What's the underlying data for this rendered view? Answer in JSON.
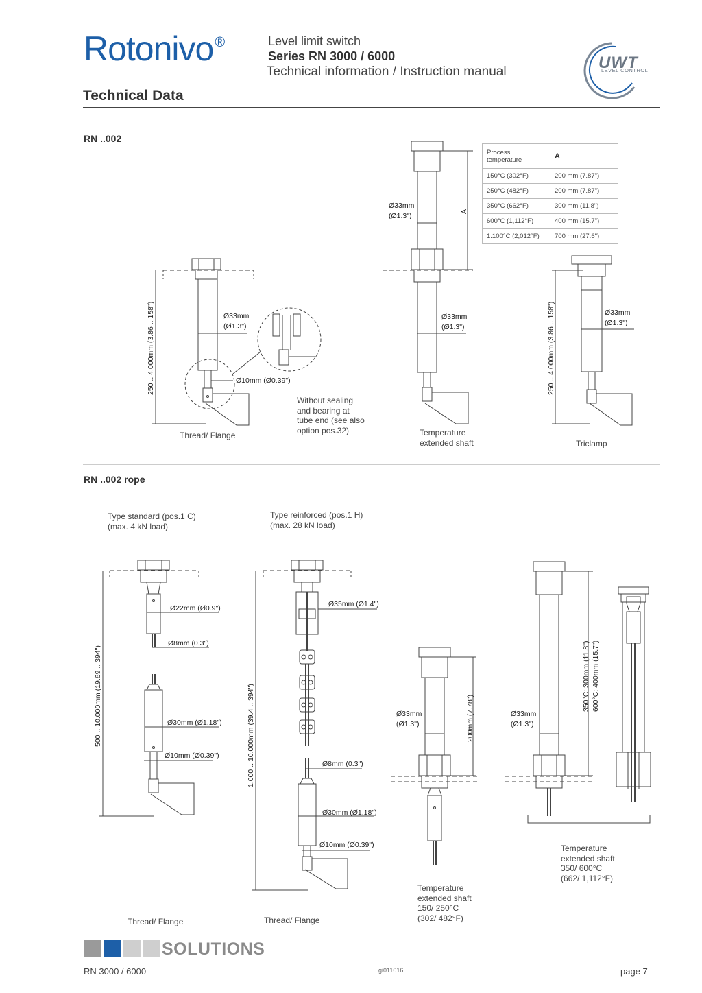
{
  "header": {
    "brand": "Rotonivo",
    "brand_mark": "®",
    "line1": "Level limit switch",
    "line2": "Series RN 3000 / 6000",
    "line3": "Technical information / Instruction manual",
    "logo_text": "UWT",
    "logo_sub": "LEVEL CONTROL"
  },
  "section_title": "Technical Data",
  "rn002": {
    "title": "RN ..002",
    "table": {
      "head": [
        "Process temperature",
        "A"
      ],
      "rows": [
        [
          "150°C (302°F)",
          "200 mm (7.87\")"
        ],
        [
          "250°C (482°F)",
          "200 mm (7.87\")"
        ],
        [
          "350°C (662°F)",
          "300 mm (11.8\")"
        ],
        [
          "600°C (1,112°F)",
          "400 mm (15.7\")"
        ],
        [
          "1.100°C (2,012°F)",
          "700 mm (27.6\")"
        ]
      ]
    },
    "dims": {
      "d33": "Ø33mm",
      "d33in": "(Ø1.3\")",
      "d10": "Ø10mm (Ø0.39\")",
      "len": "250 .. 4.000mm (3.86 .. 158\")",
      "a": "A"
    },
    "captions": {
      "thread": "Thread/ Flange",
      "without": [
        "Without sealing",
        "and bearing at",
        "tube end (see also",
        "option pos.32)"
      ],
      "temp": [
        "Temperature",
        "extended shaft"
      ],
      "triclamp": "Triclamp"
    }
  },
  "rope": {
    "title": "RN ..002 rope",
    "type_std": [
      "Type standard (pos.1 C)",
      "(max. 4 kN load)"
    ],
    "type_reinf": [
      "Type reinforced (pos.1 H)",
      "(max. 28 kN load)"
    ],
    "dims": {
      "d22": "Ø22mm (Ø0.9\")",
      "d8": "Ø8mm (0.3\")",
      "d30": "Ø30mm (Ø1.18\")",
      "d10": "Ø10mm (Ø0.39\")",
      "d35": "Ø35mm (Ø1.4\")",
      "d33": "Ø33mm",
      "d33in": "(Ø1.3\")",
      "len_std": "500 .. 10.000mm (19.69 .. 394\")",
      "len_reinf": "1.000 .. 10.000mm (39.4 .. 394\")",
      "len200": "200mm (7.78\")",
      "len350": "350°C: 300mm (11.8\")",
      "len600": "600°C: 400mm (15.7\")"
    },
    "captions": {
      "thread1": "Thread/ Flange",
      "thread2": "Thread/ Flange",
      "temp150": [
        "Temperature",
        "extended shaft",
        "150/ 250°C",
        "(302/ 482°F)"
      ],
      "temp350": [
        "Temperature",
        "extended shaft",
        "350/ 600°C",
        "(662/ 1,112°F)"
      ]
    }
  },
  "footer": {
    "solutions": "SOLUTIONS",
    "model": "RN 3000 / 6000",
    "code": "gi011016",
    "page": "page 7"
  },
  "colors": {
    "brand_blue": "#1d5fa8",
    "grey": "#9a9a9a",
    "dark": "#333333"
  }
}
